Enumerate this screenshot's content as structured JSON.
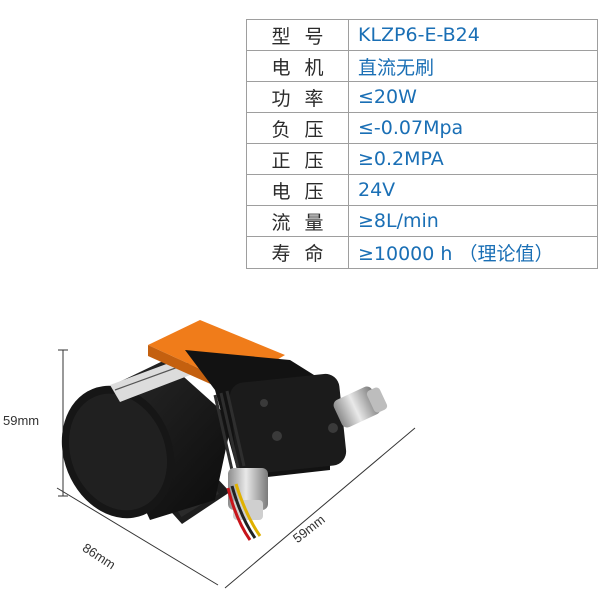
{
  "specs": [
    {
      "key": "型号",
      "value": "KLZP6-E-B24"
    },
    {
      "key": "电机",
      "value": "直流无刷"
    },
    {
      "key": "功率",
      "value": "≤20W"
    },
    {
      "key": "负压",
      "value": "≤-0.07Mpa"
    },
    {
      "key": "正压",
      "value": "≥0.2MPA"
    },
    {
      "key": "电压",
      "value": "24V"
    },
    {
      "key": "流量",
      "value": "≥8L/min"
    },
    {
      "key": "寿命",
      "value": "≥10000 h （理论值）"
    }
  ],
  "dimensions": {
    "height": "59mm",
    "depth": "86mm",
    "width": "59mm"
  },
  "colors": {
    "value_text": "#1a6fb5",
    "accent_orange": "#f07c1a",
    "body_black": "#141414"
  }
}
